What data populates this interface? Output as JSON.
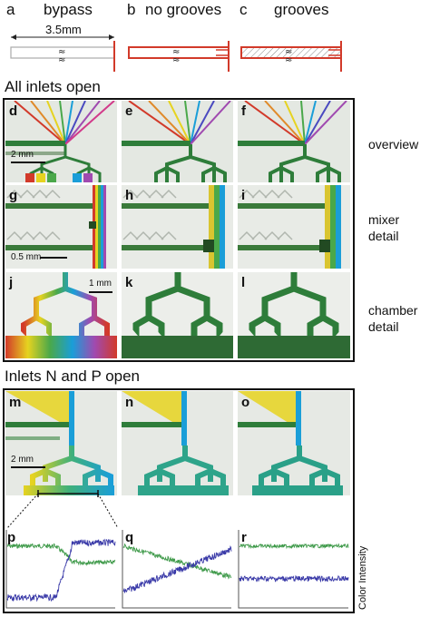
{
  "top": {
    "panels": [
      {
        "letter": "a",
        "label": "bypass"
      },
      {
        "letter": "b",
        "label": "no grooves"
      },
      {
        "letter": "c",
        "label": "grooves"
      }
    ],
    "dimension": "3.5mm",
    "break_mark": "≈"
  },
  "section1": {
    "title": "All inlets open",
    "rows": [
      {
        "letters": [
          "d",
          "e",
          "f"
        ],
        "side_label": "overview",
        "scale": "2 mm"
      },
      {
        "letters": [
          "g",
          "h",
          "i"
        ],
        "side_label": "mixer detail",
        "scale": "0.5 mm"
      },
      {
        "letters": [
          "j",
          "k",
          "l"
        ],
        "side_label": "chamber detail",
        "scale": "1 mm"
      }
    ]
  },
  "section2": {
    "title": "Inlets N and P open",
    "image_row": {
      "letters": [
        "m",
        "n",
        "o"
      ],
      "scale": "2 mm"
    },
    "plot_row": {
      "letters": [
        "p",
        "q",
        "r"
      ],
      "ylabel": "Color Intensity"
    }
  },
  "colors": {
    "red": "#d23a2a",
    "green_trace": "#3f9a4a",
    "blue_trace": "#3a3aa8",
    "device_green": "#2e7d3a",
    "cyan": "#1a9ed8",
    "yellow": "#e6d320"
  }
}
